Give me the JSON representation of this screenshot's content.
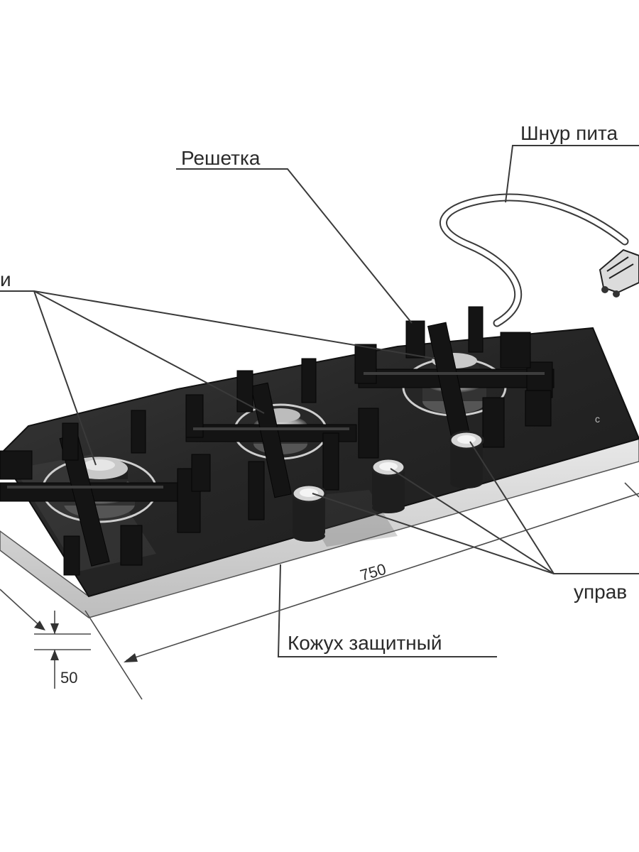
{
  "labels": {
    "grate": "Решетка",
    "power_cord": "Шнур пита",
    "burners": "и",
    "controls": "управ",
    "casing": "Кожух защитный"
  },
  "dimensions": {
    "width": "750",
    "height": "50"
  },
  "colors": {
    "ink": "#2a2a2a",
    "glass": "#2b2b2b",
    "grate": "#141414",
    "paper": "#ffffff"
  }
}
